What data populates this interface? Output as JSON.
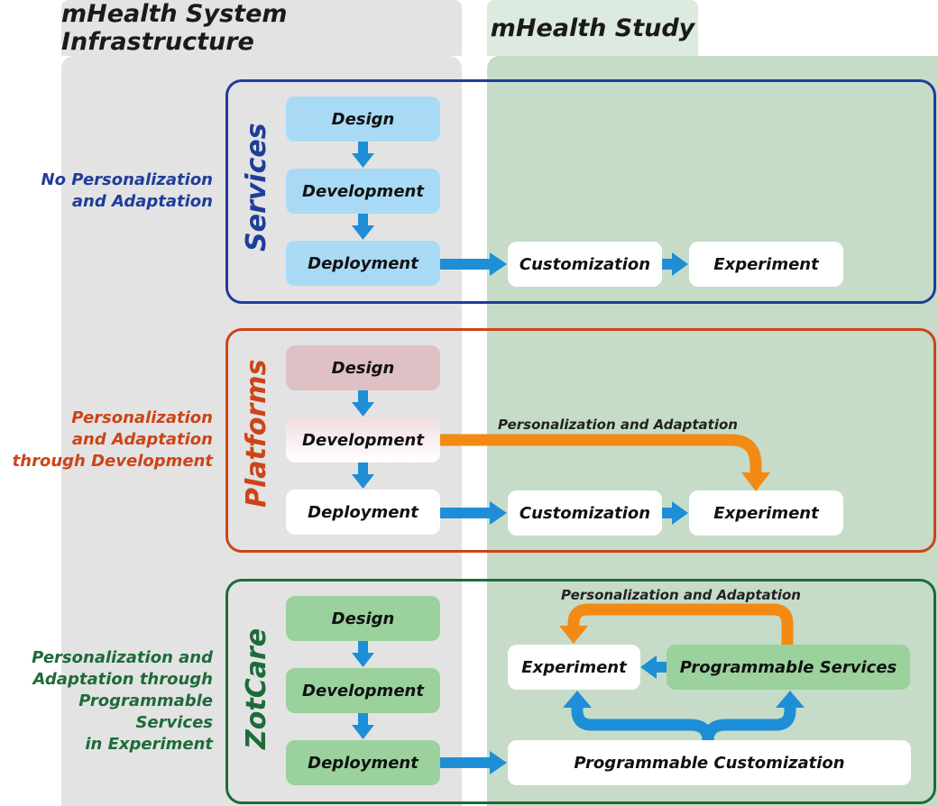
{
  "headers": {
    "infrastructure": "mHealth System Infrastructure",
    "study": "mHealth Study"
  },
  "colors": {
    "services": "#1f3d99",
    "platforms": "#cc4418",
    "zotcare": "#1e6b3a",
    "column_gray": "#e3e3e3",
    "column_green": "#c6dcc8",
    "arrow_blue": "#1e8fd6",
    "arrow_orange": "#f28a14"
  },
  "rows": [
    {
      "key": "services",
      "title": "Services",
      "side_label": [
        "No Personalization",
        "and Adaptation"
      ],
      "steps": [
        "Design",
        "Development",
        "Deployment"
      ],
      "study_steps": [
        "Customization",
        "Experiment"
      ]
    },
    {
      "key": "platforms",
      "title": "Platforms",
      "side_label": [
        "Personalization",
        "and Adaptation",
        "through Development"
      ],
      "steps": [
        "Design",
        "Development",
        "Deployment"
      ],
      "study_steps": [
        "Customization",
        "Experiment"
      ],
      "flow_label": "Personalization and Adaptation"
    },
    {
      "key": "zotcare",
      "title": "ZotCare",
      "side_label": [
        "Personalization and",
        "Adaptation through",
        "Programmable Services",
        "in Experiment"
      ],
      "steps": [
        "Design",
        "Development",
        "Deployment"
      ],
      "study_steps": [
        "Experiment",
        "Programmable Services",
        "Programmable Customization"
      ],
      "flow_label": "Personalization and Adaptation"
    }
  ]
}
